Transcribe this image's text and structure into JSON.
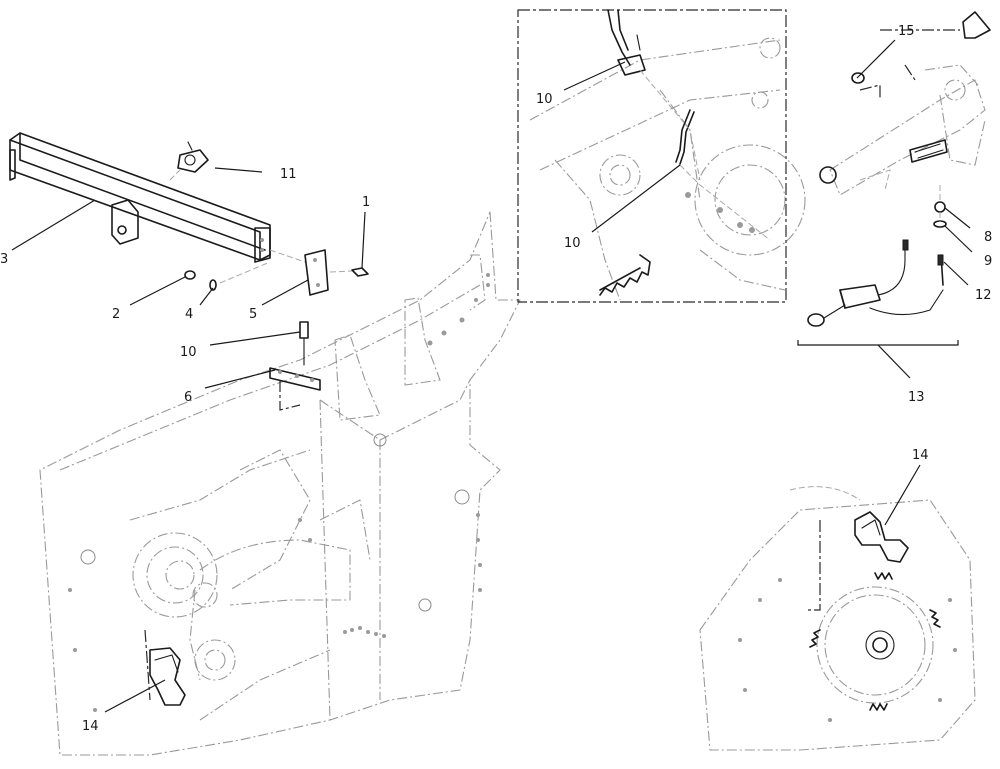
{
  "callouts": {
    "c1": "1",
    "c2": "2",
    "c3": "3",
    "c4": "4",
    "c5": "5",
    "c6": "6",
    "c10a": "10",
    "c10b": "10",
    "c10c": "10",
    "c11": "11",
    "c15": "15",
    "c8": "8",
    "c9": "9",
    "c12": "12",
    "c13": "13",
    "c14a": "14",
    "c14b": "14"
  },
  "colors": {
    "ink": "#1a1a1a",
    "ghost": "#9a9a9a"
  }
}
